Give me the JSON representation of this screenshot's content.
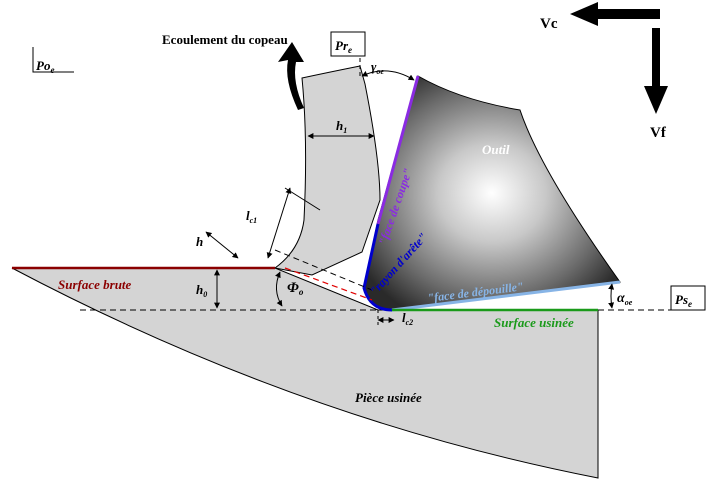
{
  "labels": {
    "chip_flow": "Ecoulement du copeau",
    "tool": "Outil",
    "rake_face": "\"face de coupe\"",
    "edge_radius": "\"rayon d'arête\"",
    "flank_face": "\"face de dépouille\"",
    "raw_surface": "Surface brute",
    "machined_surface": "Surface usinée",
    "workpiece": "Pièce usinée"
  },
  "symbols": {
    "po": "Po",
    "po_sub": "e",
    "pr": "Pr",
    "pr_sub": "e",
    "ps": "Ps",
    "ps_sub": "e",
    "gamma": "γ",
    "gamma_sub": "oe",
    "alpha": "α",
    "alpha_sub": "oe",
    "phi": "Φ",
    "phi_sub": "o",
    "h1": "h",
    "h1_sub": "1",
    "lc1": "l",
    "lc1_sub": "c1",
    "lc2": "l",
    "lc2_sub": "c2",
    "h": "h",
    "h0": "h",
    "h0_sub": "0"
  },
  "axes": {
    "vc": "Vc",
    "vf": "Vf"
  },
  "colors": {
    "workpiece_fill": "#d4d4d4",
    "raw_surface": "#8b0000",
    "machined_surface": "#1a9a1a",
    "rake_face": "#8a2be2",
    "edge_radius": "#0000cc",
    "flank_face": "#87b4e6",
    "shear_line": "#e00000",
    "raw_label": "#8b0000",
    "machined_label": "#1a9a1a"
  }
}
